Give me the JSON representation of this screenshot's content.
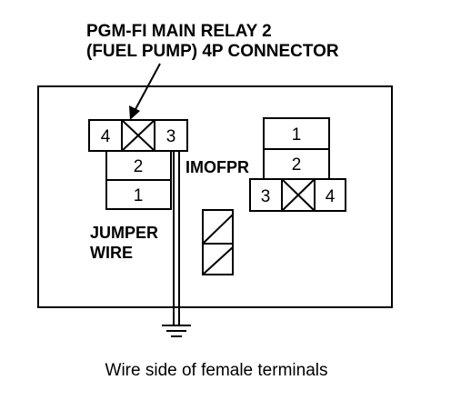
{
  "title": {
    "line1": "PGM-FI MAIN RELAY 2",
    "line2": "(FUEL PUMP) 4P CONNECTOR"
  },
  "main_relay_connector": {
    "pin_top_left": "4",
    "pin_top_right": "3",
    "pin_middle": "2",
    "pin_bottom": "1"
  },
  "imofpr_connector": {
    "label": "IMOFPR",
    "pin_top": "1",
    "pin_middle": "2",
    "pin_bottom_left": "3",
    "pin_bottom_right": "4"
  },
  "jumper_wire": {
    "line1": "JUMPER",
    "line2": "WIRE"
  },
  "caption": "Wire side of female terminals"
}
